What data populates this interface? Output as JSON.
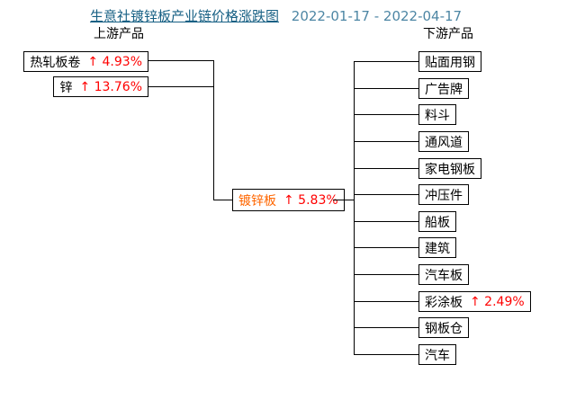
{
  "title": {
    "text": "生意社镀锌板产业链价格涨跌图",
    "date_range": "2022-01-17 - 2022-04-17"
  },
  "section_labels": {
    "upstream": "上游产品",
    "downstream": "下游产品"
  },
  "center_node": {
    "label": "镀锌板",
    "change": "↑ 5.83%"
  },
  "upstream": [
    {
      "label": "热轧板卷",
      "change": "↑ 4.93%"
    },
    {
      "label": "锌",
      "change": "↑ 13.76%"
    }
  ],
  "downstream": [
    {
      "label": "贴面用钢",
      "change": ""
    },
    {
      "label": "广告牌",
      "change": ""
    },
    {
      "label": "料斗",
      "change": ""
    },
    {
      "label": "通风道",
      "change": ""
    },
    {
      "label": "家电钢板",
      "change": ""
    },
    {
      "label": "冲压件",
      "change": ""
    },
    {
      "label": "船板",
      "change": ""
    },
    {
      "label": "建筑",
      "change": ""
    },
    {
      "label": "汽车板",
      "change": ""
    },
    {
      "label": "彩涂板",
      "change": "↑ 2.49%"
    },
    {
      "label": "钢板仓",
      "change": ""
    },
    {
      "label": "汽车",
      "change": ""
    }
  ],
  "colors": {
    "title_link": "#176084",
    "title_date": "#4d86a4",
    "increase_red": "#ff0000",
    "center_orange": "#ff6600",
    "line_black": "#000000",
    "background": "#ffffff"
  }
}
